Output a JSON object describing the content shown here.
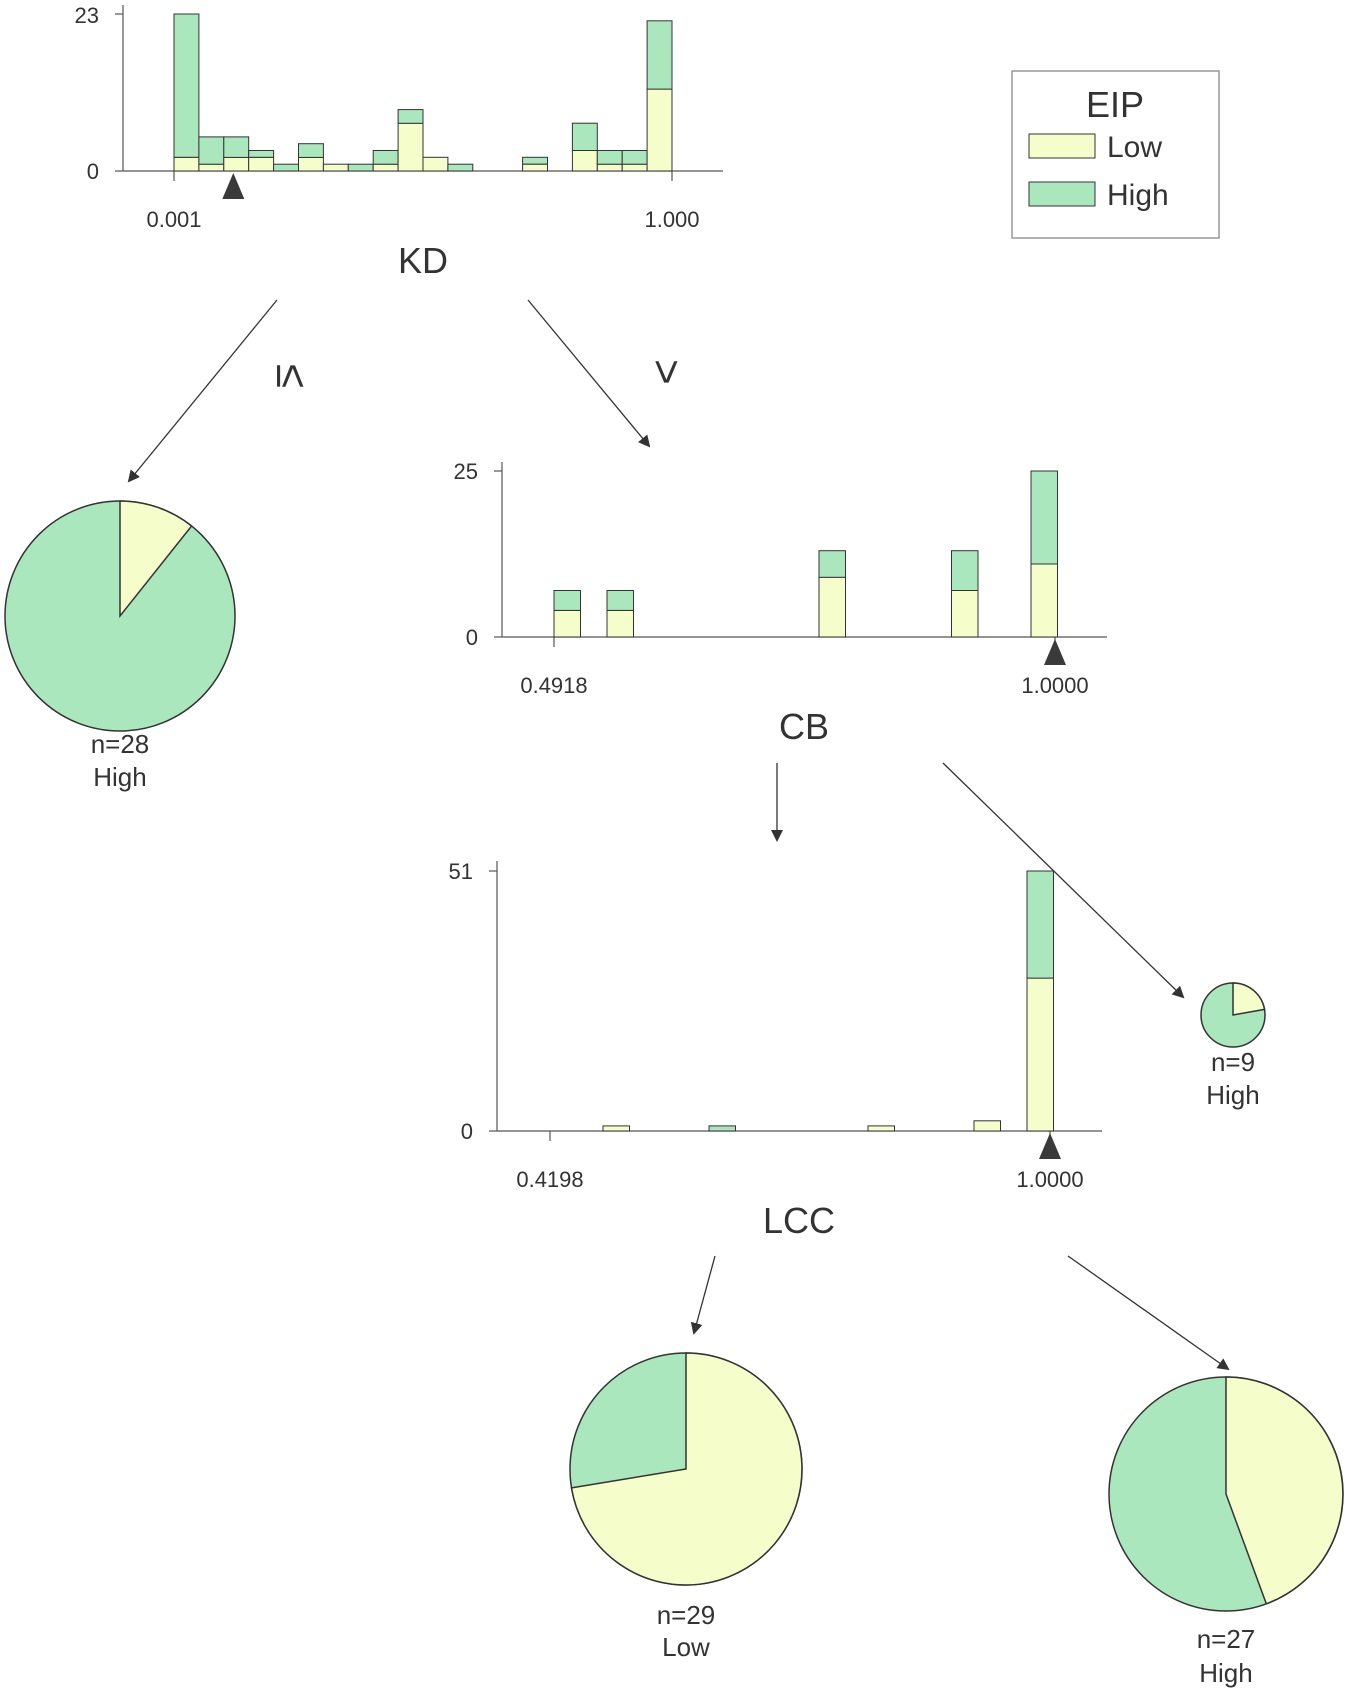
{
  "colors": {
    "low": "#f5fdcb",
    "high": "#abe7bd",
    "stroke": "#333333",
    "axis": "#555555",
    "marker": "#3a3a3a"
  },
  "legend": {
    "title": "EIP",
    "items": [
      {
        "label": "Low",
        "color": "#f5fdcb"
      },
      {
        "label": "High",
        "color": "#abe7bd"
      }
    ]
  },
  "edges": {
    "le": "≤",
    "gt": ">"
  },
  "chart_data": [
    {
      "type": "bar",
      "feature": "KD",
      "ytick_max": "23",
      "ytick_zero": "0",
      "xtick_min": "0.001",
      "xtick_max": "1.000",
      "ymax": 23,
      "split": 0.12,
      "series": [
        {
          "name": "Low",
          "values": [
            2,
            1,
            2,
            2,
            0,
            2,
            1,
            0,
            1,
            7,
            2,
            0,
            0,
            0,
            1,
            0,
            3,
            1,
            1,
            12
          ]
        },
        {
          "name": "High",
          "values": [
            21,
            4,
            3,
            1,
            1,
            2,
            0,
            1,
            2,
            2,
            0,
            1,
            0,
            0,
            1,
            0,
            4,
            2,
            2,
            10
          ]
        }
      ]
    },
    {
      "type": "bar",
      "feature": "CB",
      "ytick_max": "25",
      "ytick_zero": "0",
      "xtick_min": "0.4918",
      "xtick_max": "1.0000",
      "ymax": 25,
      "split": 1.0,
      "series": [
        {
          "name": "Low",
          "values": [
            4,
            0,
            4,
            0,
            0,
            0,
            0,
            0,
            0,
            0,
            9,
            0,
            0,
            0,
            0,
            7,
            0,
            0,
            11
          ]
        },
        {
          "name": "High",
          "values": [
            3,
            0,
            3,
            0,
            0,
            0,
            0,
            0,
            0,
            0,
            4,
            0,
            0,
            0,
            0,
            6,
            0,
            0,
            14
          ]
        }
      ]
    },
    {
      "type": "bar",
      "feature": "LCC",
      "ytick_max": "51",
      "ytick_zero": "0",
      "xtick_min": "0.4198",
      "xtick_max": "1.0000",
      "ymax": 51,
      "split": 1.0,
      "series": [
        {
          "name": "Low",
          "values": [
            0,
            0,
            1,
            0,
            0,
            0,
            0,
            0,
            0,
            0,
            0,
            0,
            1,
            0,
            0,
            0,
            2,
            0,
            30
          ]
        },
        {
          "name": "High",
          "values": [
            0,
            0,
            0,
            0,
            0,
            0,
            1,
            0,
            0,
            0,
            0,
            0,
            0,
            0,
            0,
            0,
            0,
            0,
            21
          ]
        }
      ]
    },
    {
      "type": "pie",
      "leaf": "n=28",
      "class": "High",
      "low_fraction": 0.107
    },
    {
      "type": "pie",
      "leaf": "n=9",
      "class": "High",
      "low_fraction": 0.222
    },
    {
      "type": "pie",
      "leaf": "n=29",
      "class": "Low",
      "low_fraction": 0.724
    },
    {
      "type": "pie",
      "leaf": "n=27",
      "class": "High",
      "low_fraction": 0.444
    }
  ]
}
